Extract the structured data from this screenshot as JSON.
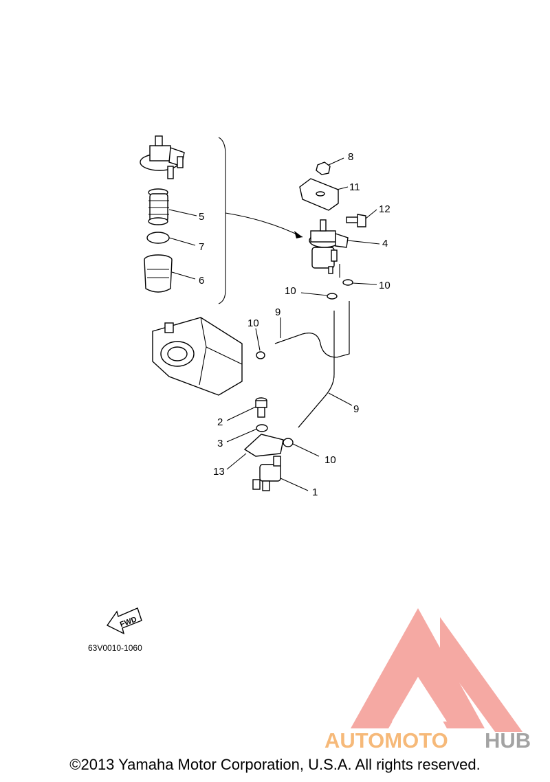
{
  "callouts": {
    "n1": "1",
    "n2": "2",
    "n3": "3",
    "n4": "4",
    "n5": "5",
    "n6": "6",
    "n7": "7",
    "n8": "8",
    "n9a": "9",
    "n9b": "9",
    "n10a": "10",
    "n10b": "10",
    "n10c": "10",
    "n10d": "10",
    "n11": "11",
    "n12": "12",
    "n13": "13"
  },
  "fwd_label": "FWD",
  "diagram_code": "63V0010-1060",
  "watermark": {
    "part1": "AUTOMOTO",
    "part2": "HUB",
    "colors": {
      "triangle": "#f4a09a",
      "text": "#f6b26b",
      "hub": "#9a9a9a"
    }
  },
  "copyright": "©2013 Yamaha Motor Corporation, U.S.A. All rights reserved."
}
